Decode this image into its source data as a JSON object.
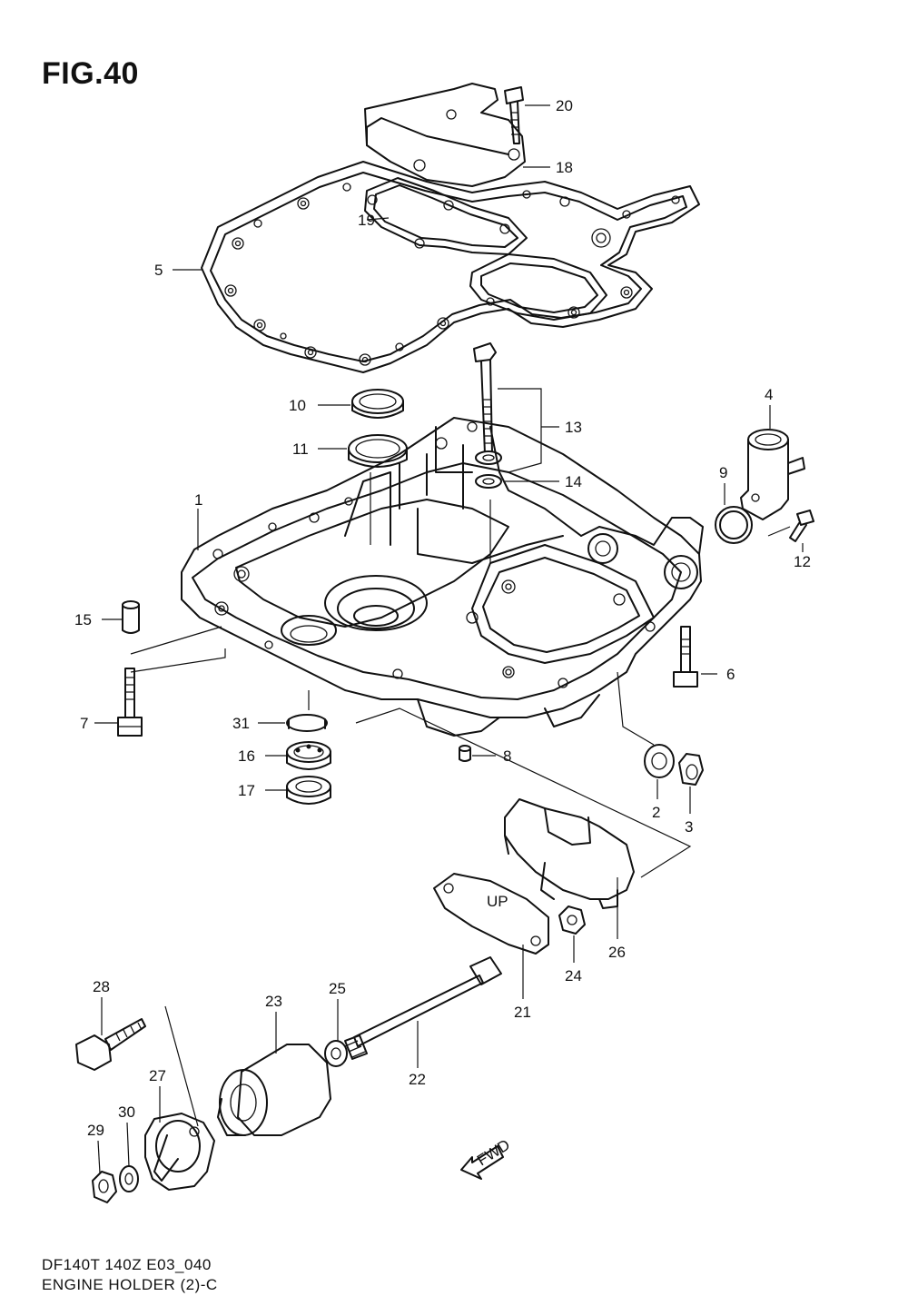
{
  "figure": {
    "title": "FIG.40",
    "code": "DF140T 140Z E03_040",
    "name": "ENGINE HOLDER (2)-C"
  },
  "callouts": {
    "c1": "1",
    "c2": "2",
    "c3": "3",
    "c4": "4",
    "c5": "5",
    "c6": "6",
    "c7": "7",
    "c8": "8",
    "c9": "9",
    "c10": "10",
    "c11": "11",
    "c12": "12",
    "c13": "13",
    "c14": "14",
    "c15": "15",
    "c16": "16",
    "c17": "17",
    "c18": "18",
    "c19": "19",
    "c20": "20",
    "c21": "21",
    "c22": "22",
    "c23": "23",
    "c24": "24",
    "c25": "25",
    "c26": "26",
    "c27": "27",
    "c28": "28",
    "c29": "29",
    "c30": "30",
    "c31": "31"
  },
  "markings": {
    "up": "UP",
    "fwd": "FWD"
  }
}
